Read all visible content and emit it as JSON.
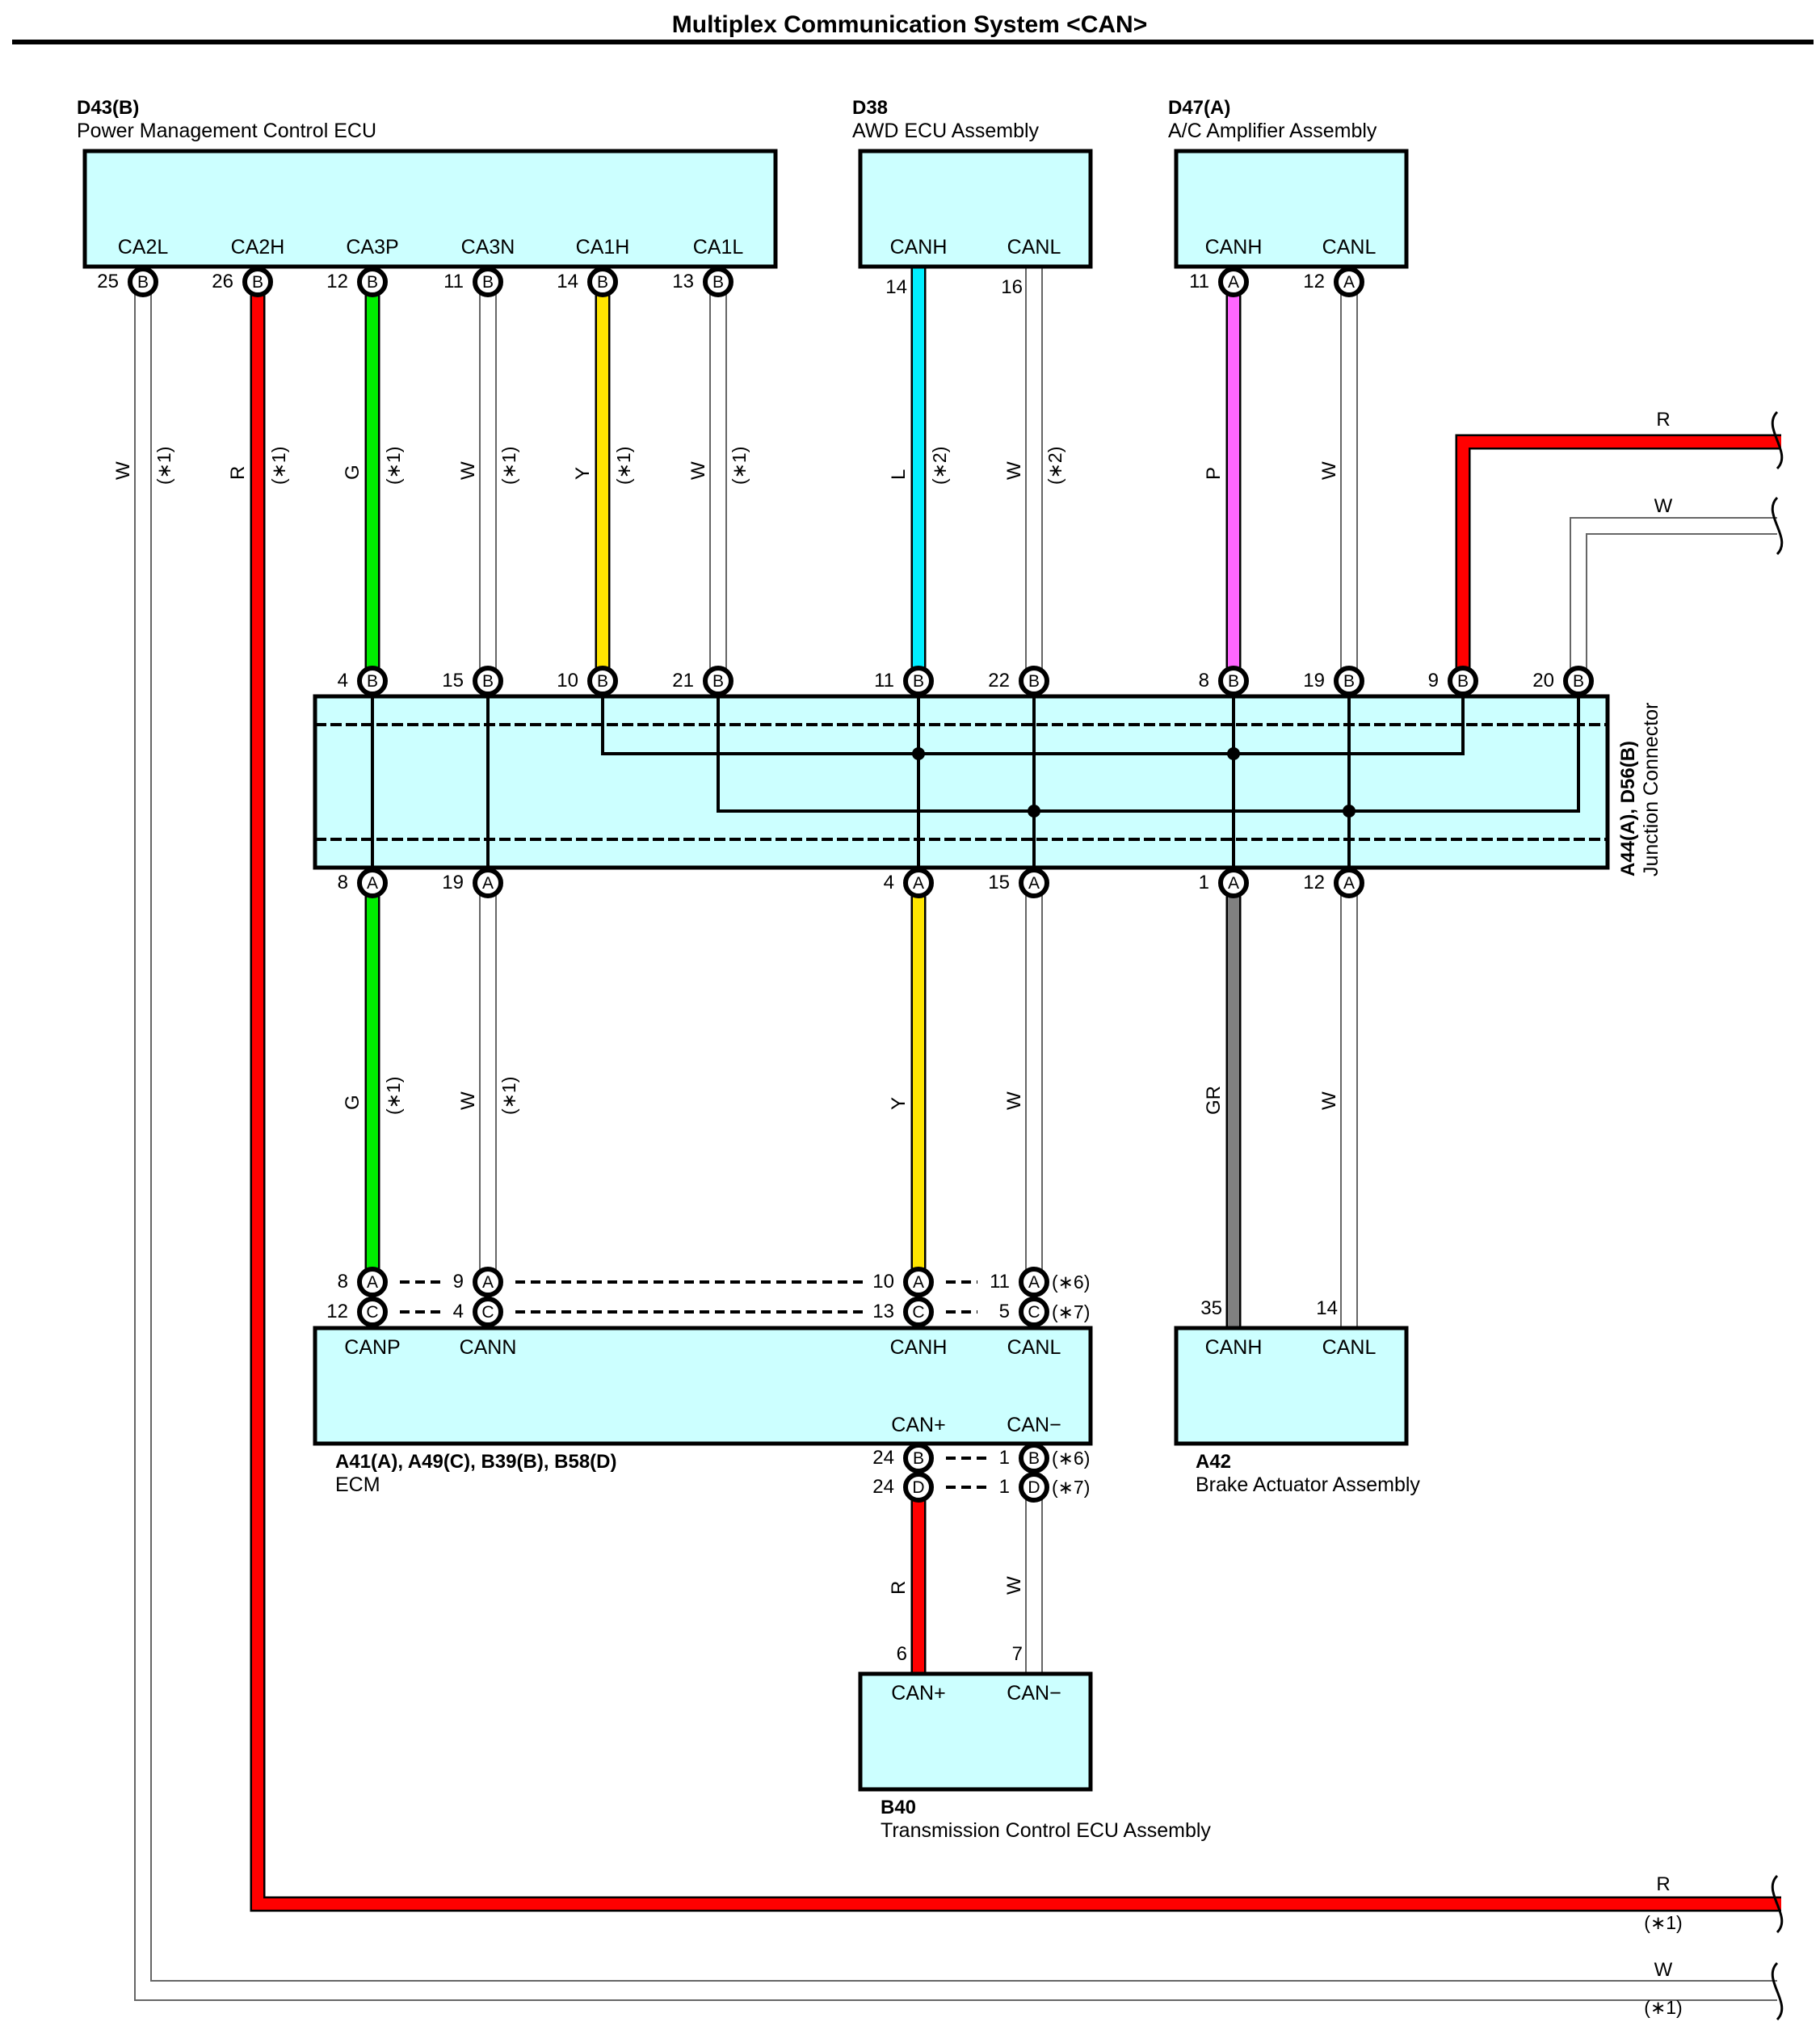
{
  "title": "Multiplex Communication System <CAN>",
  "colors": {
    "red": "#ff0000",
    "green": "#00ee00",
    "yellow": "#ffe500",
    "cyan": "#00eeff",
    "pink": "#ff66ff",
    "gray": "#808080",
    "box_fill": "#ccffff"
  },
  "components": {
    "pmc": {
      "id": "D43(B)",
      "name": "Power Management Control ECU",
      "pins": [
        "CA2L",
        "CA2H",
        "CA3P",
        "CA3N",
        "CA1H",
        "CA1L"
      ]
    },
    "awd": {
      "id": "D38",
      "name": "AWD ECU Assembly",
      "pins": [
        "CANH",
        "CANL"
      ]
    },
    "ac": {
      "id": "D47(A)",
      "name": "A/C Amplifier Assembly",
      "pins": [
        "CANH",
        "CANL"
      ]
    },
    "jc": {
      "id": "A44(A), D56(B)",
      "name": "Junction Connector"
    },
    "ecm": {
      "id": "A41(A), A49(C), B39(B), B58(D)",
      "name": "ECM",
      "pins": [
        "CANP",
        "CANN",
        "CANH",
        "CANL"
      ],
      "sub_pins": [
        "CAN+",
        "CAN−"
      ]
    },
    "brake": {
      "id": "A42",
      "name": "Brake Actuator Assembly",
      "pins": [
        "CANH",
        "CANL"
      ]
    },
    "tcu": {
      "id": "B40",
      "name": "Transmission Control ECU Assembly",
      "pins": [
        "CAN+",
        "CAN−"
      ]
    }
  },
  "pin_numbers": {
    "pmc": [
      "25",
      "26",
      "12",
      "11",
      "14",
      "13"
    ],
    "awd": [
      "14",
      "16"
    ],
    "ac": [
      "11",
      "12"
    ],
    "jc_top": [
      "4",
      "15",
      "10",
      "21",
      "11",
      "22",
      "8",
      "19",
      "9",
      "20"
    ],
    "jc_bottom": [
      "8",
      "19",
      "4",
      "15",
      "1",
      "12"
    ],
    "ecm_row1": [
      "8",
      "9",
      "10",
      "11"
    ],
    "ecm_row2": [
      "12",
      "4",
      "13",
      "5"
    ],
    "ecm_sub1": [
      "24",
      "1"
    ],
    "ecm_sub2": [
      "24",
      "1"
    ],
    "brake": [
      "35",
      "14"
    ],
    "tcu": [
      "6",
      "7"
    ]
  },
  "connector_letters": {
    "A": "A",
    "B": "B",
    "C": "C",
    "D": "D"
  },
  "wire_colors": {
    "W": "W",
    "R": "R",
    "G": "G",
    "Y": "Y",
    "L": "L",
    "P": "P",
    "GR": "GR"
  },
  "notes": {
    "n1": "(∗1)",
    "n2": "(∗2)",
    "n6": "(∗6)",
    "n7": "(∗7)"
  }
}
